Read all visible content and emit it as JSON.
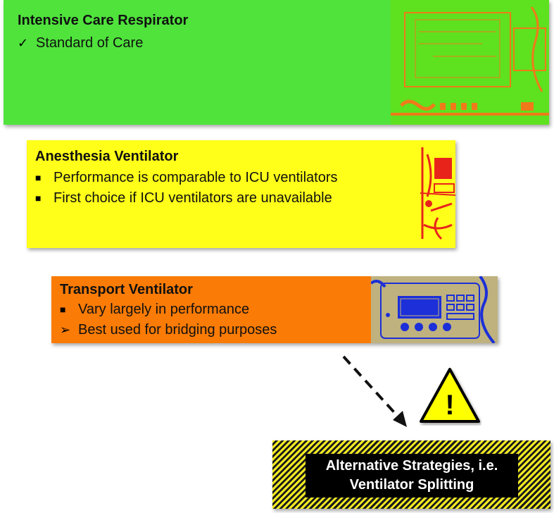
{
  "colors": {
    "icu": "#4fe33c",
    "anesthesia": "#ffff1a",
    "transport": "#fa7b05",
    "alternative_bg": "#000000",
    "alternative_text": "#ffffff",
    "hatch": "#f2ea22",
    "warning_fill": "#ffff00"
  },
  "icu_card": {
    "title": "Intensive Care Respirator",
    "bullets": [
      {
        "marker_icon": "check-icon",
        "marker": "✓",
        "text": "Standard of Care"
      }
    ]
  },
  "anesthesia_card": {
    "title": "Anesthesia Ventilator",
    "bullets": [
      {
        "marker_icon": "square-bullet-icon",
        "marker": "■",
        "text": "Performance is comparable to ICU ventilators"
      },
      {
        "marker_icon": "square-bullet-icon",
        "marker": "■",
        "text": "First choice if ICU ventilators are unavailable"
      }
    ]
  },
  "transport_card": {
    "title": "Transport Ventilator",
    "bullets": [
      {
        "marker_icon": "square-bullet-icon",
        "marker": "■",
        "text": "Vary largely in performance"
      },
      {
        "marker_icon": "arrow-bullet-icon",
        "marker": "➢",
        "text": "Best used for bridging purposes"
      }
    ]
  },
  "alternative_box": {
    "line1": "Alternative Strategies, i.e.",
    "line2": "Ventilator Splitting"
  },
  "warning": {
    "icon": "warning-triangle-icon",
    "symbol": "!"
  },
  "arrow": {
    "icon": "dashed-arrow-icon",
    "style": "dashed"
  }
}
